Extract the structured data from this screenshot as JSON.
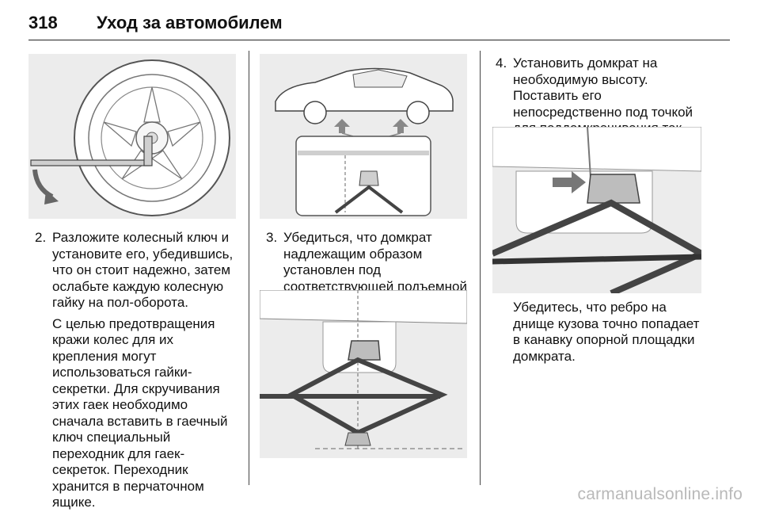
{
  "header": {
    "page_number": "318",
    "title": "Уход за автомобилем"
  },
  "steps": [
    {
      "number": "2.",
      "paragraphs": [
        "Разложите колесный ключ и установите его, убедившись, что он стоит надежно, затем ослабьте каждую колесную гайку на пол-оборота.",
        "С целью предотвращения кражи колес для их крепления могут использоваться гайки-секретки. Для скручивания этих гаек необходимо сначала вставить в гаечный ключ специальный переходник для гаек-секреток. Переходник хранится в перчаточном ящике."
      ]
    },
    {
      "number": "3.",
      "paragraphs": [
        "Убедиться, что домкрат надлежащим образом установлен под соответствующей подъемной точкой на автомобиле."
      ]
    },
    {
      "number": "4.",
      "paragraphs": [
        "Установить домкрат на необходимую высоту. Поставить его непосредственно под точкой для поддомкрачивания так, чтобы он не выскользнул."
      ]
    }
  ],
  "note": "Убедитесь, что ребро на днище кузова точно попадает в канавку опорной площадки домкрата.",
  "watermark": "carmanualsonline.info"
}
